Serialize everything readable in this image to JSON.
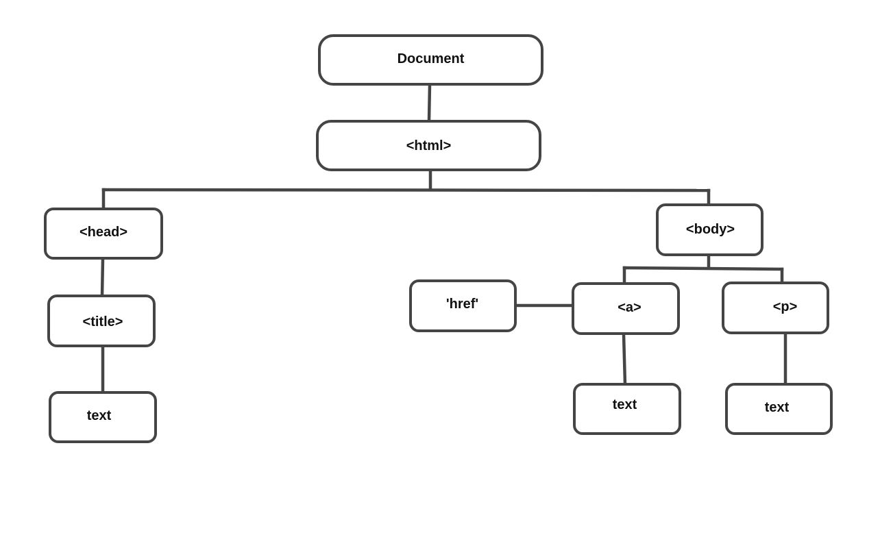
{
  "diagram": {
    "nodes": {
      "document": "Document",
      "html": "<html>",
      "head": "<head>",
      "title": "<title>",
      "head_text": "text",
      "body": "<body>",
      "href": "'href'",
      "a": "<a>",
      "p": "<p>",
      "a_text": "text",
      "p_text": "text"
    },
    "colors": {
      "stroke": "#454545",
      "fill": "#ffffff",
      "text": "#111111"
    }
  }
}
